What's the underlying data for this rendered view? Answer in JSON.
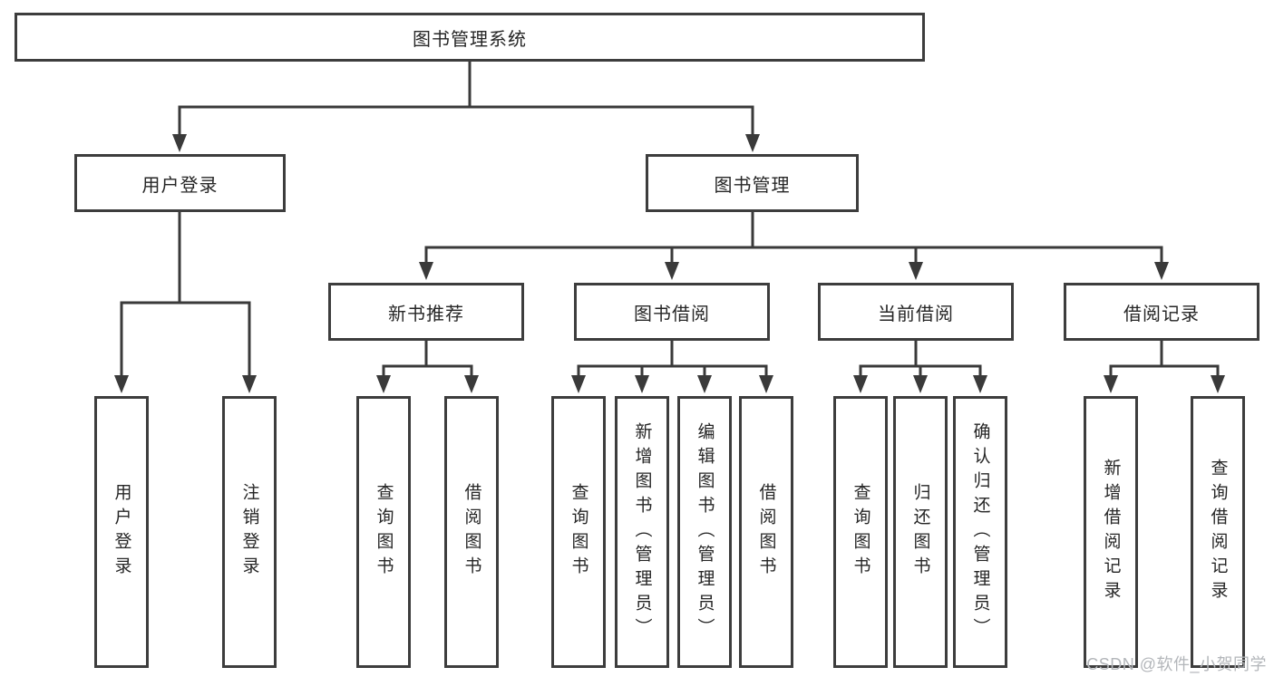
{
  "diagram": {
    "tree": {
      "label": "图书管理系统",
      "children": [
        {
          "label": "用户登录",
          "children": [
            {
              "label": "用户登录"
            },
            {
              "label": "注销登录"
            }
          ]
        },
        {
          "label": "图书管理",
          "children": [
            {
              "label": "新书推荐",
              "children": [
                {
                  "label": "查询图书"
                },
                {
                  "label": "借阅图书"
                }
              ]
            },
            {
              "label": "图书借阅",
              "children": [
                {
                  "label": "查询图书"
                },
                {
                  "label": "新增图书（管理员）"
                },
                {
                  "label": "编辑图书（管理员）"
                },
                {
                  "label": "借阅图书"
                }
              ]
            },
            {
              "label": "当前借阅",
              "children": [
                {
                  "label": "查询图书"
                },
                {
                  "label": "归还图书"
                },
                {
                  "label": "确认归还（管理员）"
                }
              ]
            },
            {
              "label": "借阅记录",
              "children": [
                {
                  "label": "新增借阅记录"
                },
                {
                  "label": "查询借阅记录"
                }
              ]
            }
          ]
        }
      ]
    },
    "colors": {
      "line": "#3a3a3a",
      "box_border": "#3d3d3d",
      "text": "#262626",
      "watermark_text": "#b3b6ba",
      "background": "#ffffff"
    },
    "watermark": {
      "text": "CSDN @软件_小贺同学"
    }
  }
}
